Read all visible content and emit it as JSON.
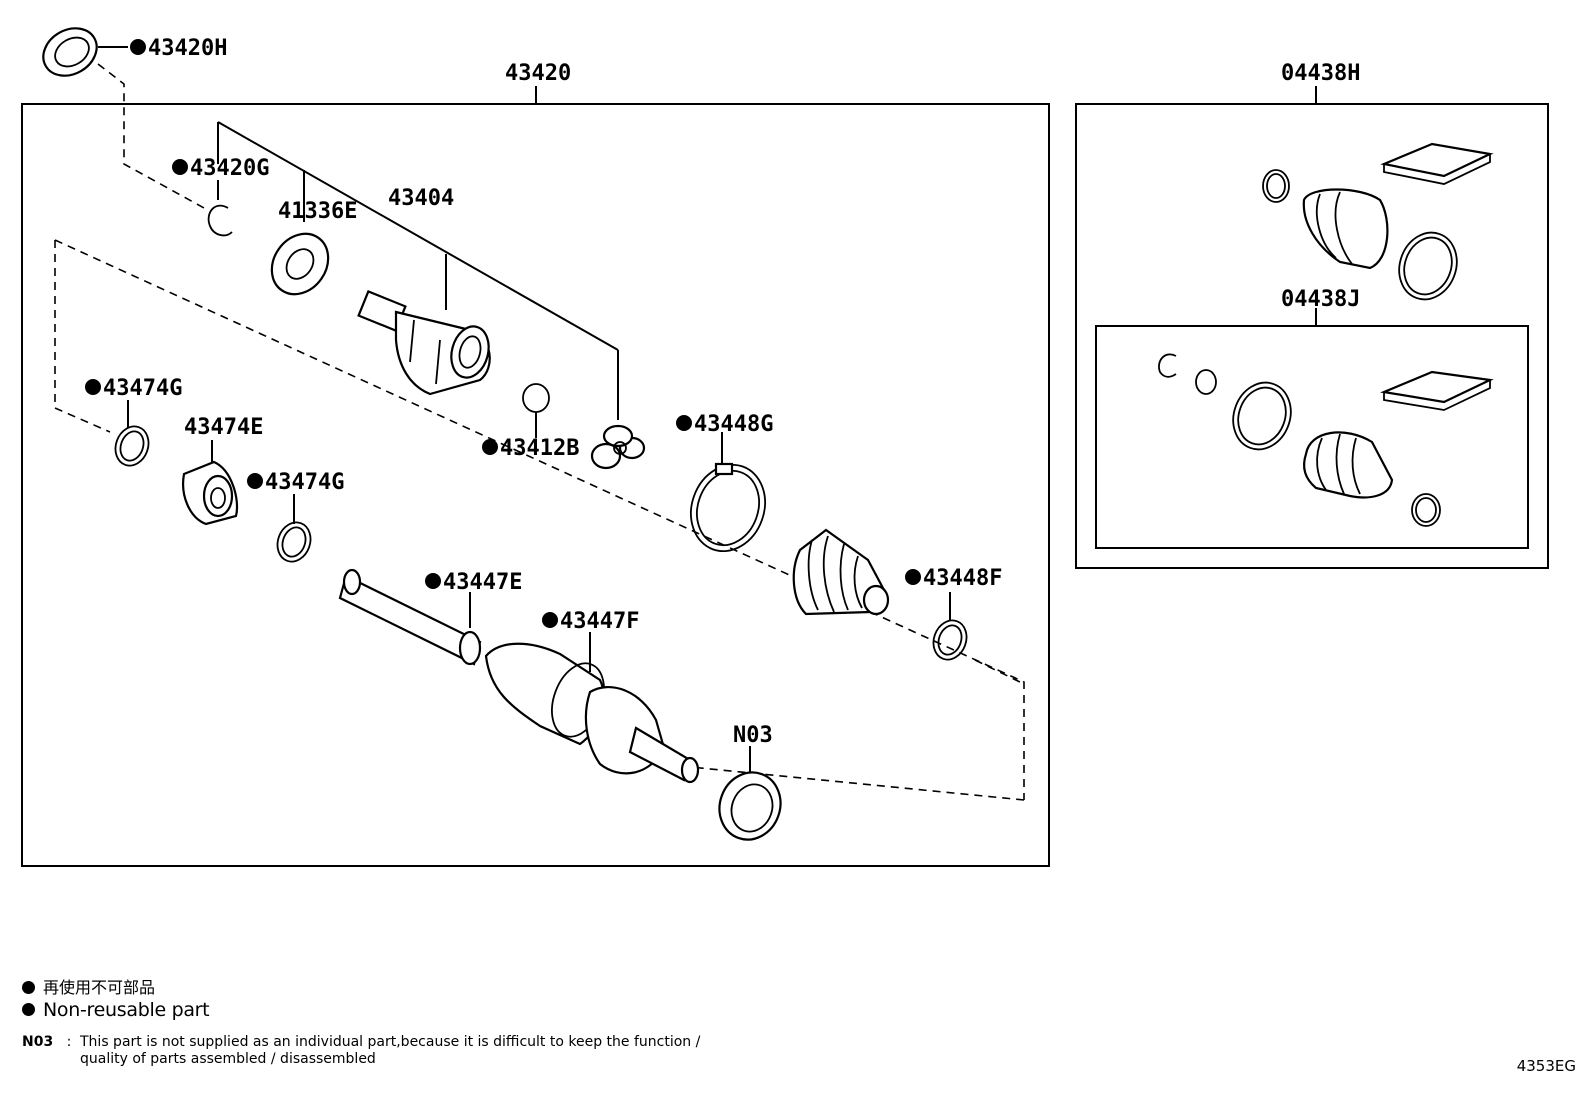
{
  "callouts": {
    "p43420H": "43420H",
    "p43420": "43420",
    "p04438H": "04438H",
    "p43420G": "43420G",
    "p41336E": "41336E",
    "p43404": "43404",
    "p04438J": "04438J",
    "p43474G_a": "43474G",
    "p43474E": "43474E",
    "p43474G_b": "43474G",
    "p43412B": "43412B",
    "p43448G": "43448G",
    "p43447E": "43447E",
    "p43448F": "43448F",
    "p43447F": "43447F",
    "pN03": "N03"
  },
  "legend": {
    "ja": "再使用不可部品",
    "en": "Non-reusable part"
  },
  "note": {
    "code": "N03",
    "separator": ":",
    "line1": "This part is not supplied as an individual part,because it is difficult to keep the function /",
    "line2": "quality of parts assembled / disassembled"
  },
  "figure_code": "4353EG"
}
